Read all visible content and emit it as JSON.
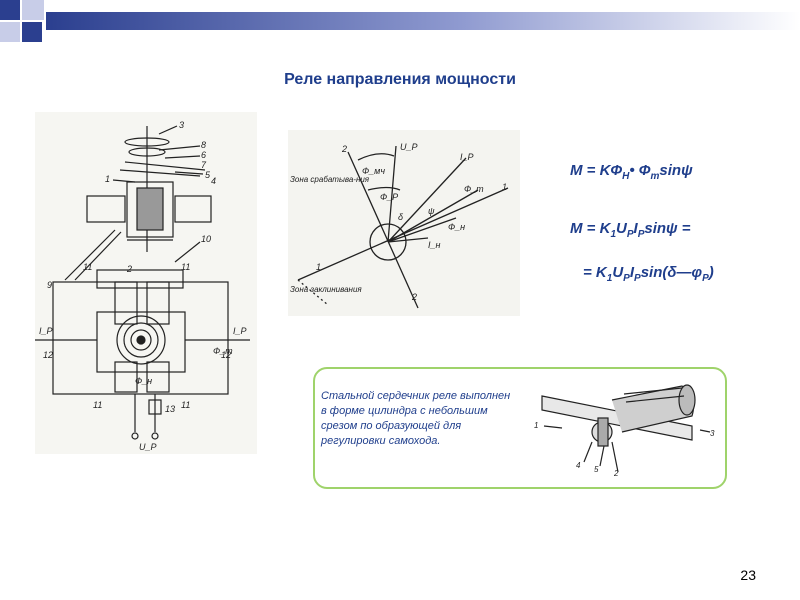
{
  "slide": {
    "title": "Реле направления мощности",
    "page_number": "23"
  },
  "formulas": {
    "line1": {
      "a": "M = KФ",
      "a_sub": "Н",
      "b": "• Ф",
      "b_sub": "m",
      "c": "sinψ"
    },
    "line2": {
      "a": "M = K",
      "s1": "1",
      "b": "U",
      "s2": "P",
      "c": "I",
      "s3": "P",
      "d": "sinψ ="
    },
    "line3": {
      "a": "= K",
      "s1": "1",
      "b": "U",
      "s2": "P",
      "c": "I",
      "s3": "P",
      "d": "sin(δ—φ",
      "s4": "P",
      "e": ")"
    }
  },
  "note": {
    "text": "Стальной сердечник реле выполнен в форме цилиндра с небольшим срезом по образующей для регулировки самохода."
  },
  "figure_left": {
    "labels": [
      "3",
      "8",
      "6",
      "7",
      "5",
      "4",
      "1",
      "10",
      "2",
      "11",
      "11",
      "9",
      "I_P",
      "I_P",
      "Ф_m",
      "12",
      "12",
      "Ф_н",
      "11",
      "11",
      "13",
      "U_P"
    ]
  },
  "figure_vector": {
    "labels": [
      "2",
      "U_P",
      "I_P",
      "Ф_мч",
      "Ф_P",
      "Ф_m",
      "1",
      "Зона срабатыва-ния",
      "ψ",
      "δ",
      "Ф_н",
      "I_н",
      "1",
      "Зона заклинивания",
      "2"
    ]
  },
  "figure_core": {
    "labels": [
      "1",
      "3",
      "4",
      "5",
      "2"
    ]
  },
  "colors": {
    "title": "#1f3e8c",
    "card_border": "#9fd36b",
    "topbar_dark": "#2b3f8f",
    "topbar_light": "#9aa5d6"
  }
}
